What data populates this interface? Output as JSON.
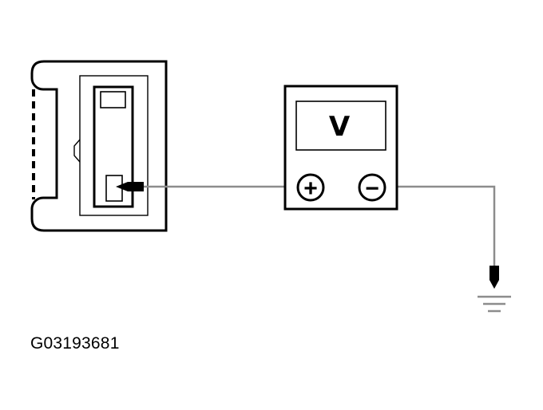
{
  "figure_id": "G03193681",
  "meter": {
    "display_letter": "V",
    "positive_symbol": "+",
    "negative_symbol": "−"
  },
  "colors": {
    "line": "#000000",
    "wire": "#8c8c8c",
    "background": "#ffffff"
  },
  "icons": [
    "connector",
    "voltmeter",
    "test-probe",
    "ground-symbol"
  ]
}
